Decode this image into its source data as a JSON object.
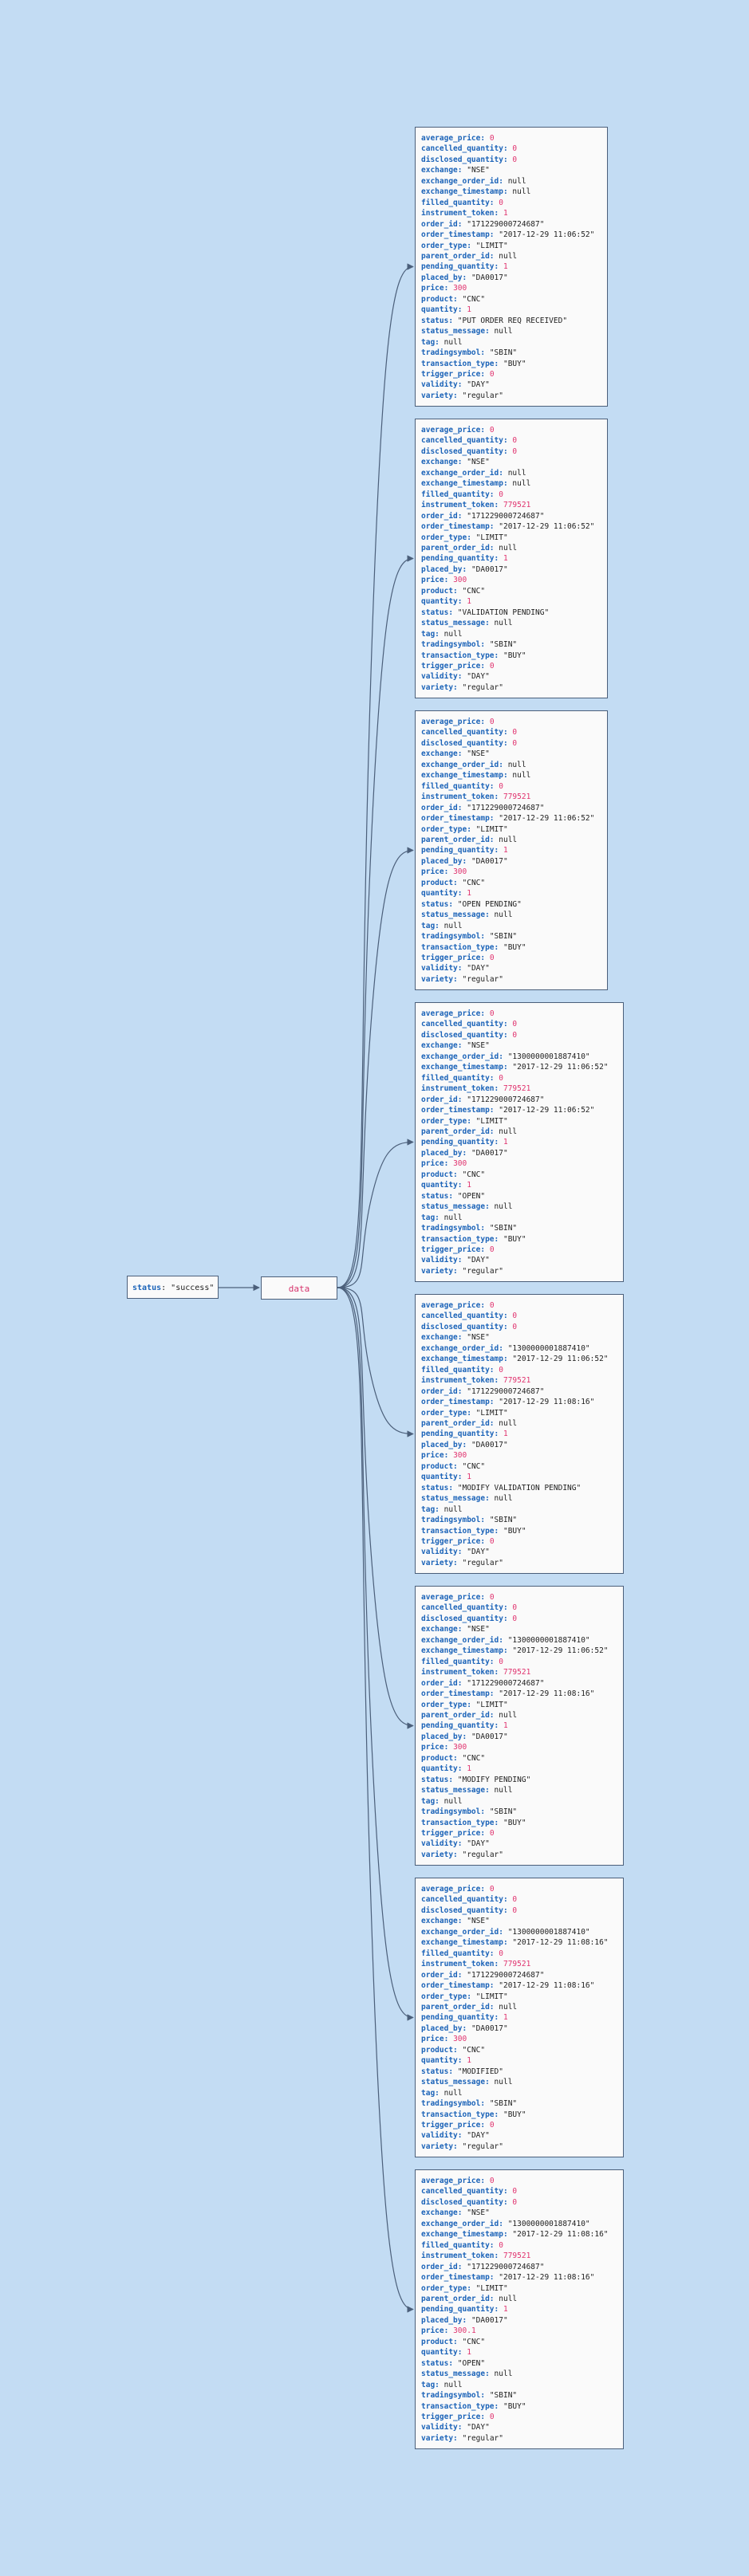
{
  "root": {
    "key": "status",
    "value": "\"success\""
  },
  "data_label": "data",
  "orders": [
    [
      {
        "k": "average_price",
        "v": "0",
        "t": "num"
      },
      {
        "k": "cancelled_quantity",
        "v": "0",
        "t": "num"
      },
      {
        "k": "disclosed_quantity",
        "v": "0",
        "t": "num"
      },
      {
        "k": "exchange",
        "v": "\"NSE\"",
        "t": "str"
      },
      {
        "k": "exchange_order_id",
        "v": "null",
        "t": "nul"
      },
      {
        "k": "exchange_timestamp",
        "v": "null",
        "t": "nul"
      },
      {
        "k": "filled_quantity",
        "v": "0",
        "t": "num"
      },
      {
        "k": "instrument_token",
        "v": "1",
        "t": "num"
      },
      {
        "k": "order_id",
        "v": "\"171229000724687\"",
        "t": "str"
      },
      {
        "k": "order_timestamp",
        "v": "\"2017-12-29 11:06:52\"",
        "t": "str"
      },
      {
        "k": "order_type",
        "v": "\"LIMIT\"",
        "t": "str"
      },
      {
        "k": "parent_order_id",
        "v": "null",
        "t": "nul"
      },
      {
        "k": "pending_quantity",
        "v": "1",
        "t": "num"
      },
      {
        "k": "placed_by",
        "v": "\"DA0017\"",
        "t": "str"
      },
      {
        "k": "price",
        "v": "300",
        "t": "num"
      },
      {
        "k": "product",
        "v": "\"CNC\"",
        "t": "str"
      },
      {
        "k": "quantity",
        "v": "1",
        "t": "num"
      },
      {
        "k": "status",
        "v": "\"PUT ORDER REQ RECEIVED\"",
        "t": "str"
      },
      {
        "k": "status_message",
        "v": "null",
        "t": "nul"
      },
      {
        "k": "tag",
        "v": "null",
        "t": "nul"
      },
      {
        "k": "tradingsymbol",
        "v": "\"SBIN\"",
        "t": "str"
      },
      {
        "k": "transaction_type",
        "v": "\"BUY\"",
        "t": "str"
      },
      {
        "k": "trigger_price",
        "v": "0",
        "t": "num"
      },
      {
        "k": "validity",
        "v": "\"DAY\"",
        "t": "str"
      },
      {
        "k": "variety",
        "v": "\"regular\"",
        "t": "str"
      }
    ],
    [
      {
        "k": "average_price",
        "v": "0",
        "t": "num"
      },
      {
        "k": "cancelled_quantity",
        "v": "0",
        "t": "num"
      },
      {
        "k": "disclosed_quantity",
        "v": "0",
        "t": "num"
      },
      {
        "k": "exchange",
        "v": "\"NSE\"",
        "t": "str"
      },
      {
        "k": "exchange_order_id",
        "v": "null",
        "t": "nul"
      },
      {
        "k": "exchange_timestamp",
        "v": "null",
        "t": "nul"
      },
      {
        "k": "filled_quantity",
        "v": "0",
        "t": "num"
      },
      {
        "k": "instrument_token",
        "v": "779521",
        "t": "num"
      },
      {
        "k": "order_id",
        "v": "\"171229000724687\"",
        "t": "str"
      },
      {
        "k": "order_timestamp",
        "v": "\"2017-12-29 11:06:52\"",
        "t": "str"
      },
      {
        "k": "order_type",
        "v": "\"LIMIT\"",
        "t": "str"
      },
      {
        "k": "parent_order_id",
        "v": "null",
        "t": "nul"
      },
      {
        "k": "pending_quantity",
        "v": "1",
        "t": "num"
      },
      {
        "k": "placed_by",
        "v": "\"DA0017\"",
        "t": "str"
      },
      {
        "k": "price",
        "v": "300",
        "t": "num"
      },
      {
        "k": "product",
        "v": "\"CNC\"",
        "t": "str"
      },
      {
        "k": "quantity",
        "v": "1",
        "t": "num"
      },
      {
        "k": "status",
        "v": "\"VALIDATION PENDING\"",
        "t": "str"
      },
      {
        "k": "status_message",
        "v": "null",
        "t": "nul"
      },
      {
        "k": "tag",
        "v": "null",
        "t": "nul"
      },
      {
        "k": "tradingsymbol",
        "v": "\"SBIN\"",
        "t": "str"
      },
      {
        "k": "transaction_type",
        "v": "\"BUY\"",
        "t": "str"
      },
      {
        "k": "trigger_price",
        "v": "0",
        "t": "num"
      },
      {
        "k": "validity",
        "v": "\"DAY\"",
        "t": "str"
      },
      {
        "k": "variety",
        "v": "\"regular\"",
        "t": "str"
      }
    ],
    [
      {
        "k": "average_price",
        "v": "0",
        "t": "num"
      },
      {
        "k": "cancelled_quantity",
        "v": "0",
        "t": "num"
      },
      {
        "k": "disclosed_quantity",
        "v": "0",
        "t": "num"
      },
      {
        "k": "exchange",
        "v": "\"NSE\"",
        "t": "str"
      },
      {
        "k": "exchange_order_id",
        "v": "null",
        "t": "nul"
      },
      {
        "k": "exchange_timestamp",
        "v": "null",
        "t": "nul"
      },
      {
        "k": "filled_quantity",
        "v": "0",
        "t": "num"
      },
      {
        "k": "instrument_token",
        "v": "779521",
        "t": "num"
      },
      {
        "k": "order_id",
        "v": "\"171229000724687\"",
        "t": "str"
      },
      {
        "k": "order_timestamp",
        "v": "\"2017-12-29 11:06:52\"",
        "t": "str"
      },
      {
        "k": "order_type",
        "v": "\"LIMIT\"",
        "t": "str"
      },
      {
        "k": "parent_order_id",
        "v": "null",
        "t": "nul"
      },
      {
        "k": "pending_quantity",
        "v": "1",
        "t": "num"
      },
      {
        "k": "placed_by",
        "v": "\"DA0017\"",
        "t": "str"
      },
      {
        "k": "price",
        "v": "300",
        "t": "num"
      },
      {
        "k": "product",
        "v": "\"CNC\"",
        "t": "str"
      },
      {
        "k": "quantity",
        "v": "1",
        "t": "num"
      },
      {
        "k": "status",
        "v": "\"OPEN PENDING\"",
        "t": "str"
      },
      {
        "k": "status_message",
        "v": "null",
        "t": "nul"
      },
      {
        "k": "tag",
        "v": "null",
        "t": "nul"
      },
      {
        "k": "tradingsymbol",
        "v": "\"SBIN\"",
        "t": "str"
      },
      {
        "k": "transaction_type",
        "v": "\"BUY\"",
        "t": "str"
      },
      {
        "k": "trigger_price",
        "v": "0",
        "t": "num"
      },
      {
        "k": "validity",
        "v": "\"DAY\"",
        "t": "str"
      },
      {
        "k": "variety",
        "v": "\"regular\"",
        "t": "str"
      }
    ],
    [
      {
        "k": "average_price",
        "v": "0",
        "t": "num"
      },
      {
        "k": "cancelled_quantity",
        "v": "0",
        "t": "num"
      },
      {
        "k": "disclosed_quantity",
        "v": "0",
        "t": "num"
      },
      {
        "k": "exchange",
        "v": "\"NSE\"",
        "t": "str"
      },
      {
        "k": "exchange_order_id",
        "v": "\"1300000001887410\"",
        "t": "str"
      },
      {
        "k": "exchange_timestamp",
        "v": "\"2017-12-29 11:06:52\"",
        "t": "str"
      },
      {
        "k": "filled_quantity",
        "v": "0",
        "t": "num"
      },
      {
        "k": "instrument_token",
        "v": "779521",
        "t": "num"
      },
      {
        "k": "order_id",
        "v": "\"171229000724687\"",
        "t": "str"
      },
      {
        "k": "order_timestamp",
        "v": "\"2017-12-29 11:06:52\"",
        "t": "str"
      },
      {
        "k": "order_type",
        "v": "\"LIMIT\"",
        "t": "str"
      },
      {
        "k": "parent_order_id",
        "v": "null",
        "t": "nul"
      },
      {
        "k": "pending_quantity",
        "v": "1",
        "t": "num"
      },
      {
        "k": "placed_by",
        "v": "\"DA0017\"",
        "t": "str"
      },
      {
        "k": "price",
        "v": "300",
        "t": "num"
      },
      {
        "k": "product",
        "v": "\"CNC\"",
        "t": "str"
      },
      {
        "k": "quantity",
        "v": "1",
        "t": "num"
      },
      {
        "k": "status",
        "v": "\"OPEN\"",
        "t": "str"
      },
      {
        "k": "status_message",
        "v": "null",
        "t": "nul"
      },
      {
        "k": "tag",
        "v": "null",
        "t": "nul"
      },
      {
        "k": "tradingsymbol",
        "v": "\"SBIN\"",
        "t": "str"
      },
      {
        "k": "transaction_type",
        "v": "\"BUY\"",
        "t": "str"
      },
      {
        "k": "trigger_price",
        "v": "0",
        "t": "num"
      },
      {
        "k": "validity",
        "v": "\"DAY\"",
        "t": "str"
      },
      {
        "k": "variety",
        "v": "\"regular\"",
        "t": "str"
      }
    ],
    [
      {
        "k": "average_price",
        "v": "0",
        "t": "num"
      },
      {
        "k": "cancelled_quantity",
        "v": "0",
        "t": "num"
      },
      {
        "k": "disclosed_quantity",
        "v": "0",
        "t": "num"
      },
      {
        "k": "exchange",
        "v": "\"NSE\"",
        "t": "str"
      },
      {
        "k": "exchange_order_id",
        "v": "\"1300000001887410\"",
        "t": "str"
      },
      {
        "k": "exchange_timestamp",
        "v": "\"2017-12-29 11:06:52\"",
        "t": "str"
      },
      {
        "k": "filled_quantity",
        "v": "0",
        "t": "num"
      },
      {
        "k": "instrument_token",
        "v": "779521",
        "t": "num"
      },
      {
        "k": "order_id",
        "v": "\"171229000724687\"",
        "t": "str"
      },
      {
        "k": "order_timestamp",
        "v": "\"2017-12-29 11:08:16\"",
        "t": "str"
      },
      {
        "k": "order_type",
        "v": "\"LIMIT\"",
        "t": "str"
      },
      {
        "k": "parent_order_id",
        "v": "null",
        "t": "nul"
      },
      {
        "k": "pending_quantity",
        "v": "1",
        "t": "num"
      },
      {
        "k": "placed_by",
        "v": "\"DA0017\"",
        "t": "str"
      },
      {
        "k": "price",
        "v": "300",
        "t": "num"
      },
      {
        "k": "product",
        "v": "\"CNC\"",
        "t": "str"
      },
      {
        "k": "quantity",
        "v": "1",
        "t": "num"
      },
      {
        "k": "status",
        "v": "\"MODIFY VALIDATION PENDING\"",
        "t": "str"
      },
      {
        "k": "status_message",
        "v": "null",
        "t": "nul"
      },
      {
        "k": "tag",
        "v": "null",
        "t": "nul"
      },
      {
        "k": "tradingsymbol",
        "v": "\"SBIN\"",
        "t": "str"
      },
      {
        "k": "transaction_type",
        "v": "\"BUY\"",
        "t": "str"
      },
      {
        "k": "trigger_price",
        "v": "0",
        "t": "num"
      },
      {
        "k": "validity",
        "v": "\"DAY\"",
        "t": "str"
      },
      {
        "k": "variety",
        "v": "\"regular\"",
        "t": "str"
      }
    ],
    [
      {
        "k": "average_price",
        "v": "0",
        "t": "num"
      },
      {
        "k": "cancelled_quantity",
        "v": "0",
        "t": "num"
      },
      {
        "k": "disclosed_quantity",
        "v": "0",
        "t": "num"
      },
      {
        "k": "exchange",
        "v": "\"NSE\"",
        "t": "str"
      },
      {
        "k": "exchange_order_id",
        "v": "\"1300000001887410\"",
        "t": "str"
      },
      {
        "k": "exchange_timestamp",
        "v": "\"2017-12-29 11:06:52\"",
        "t": "str"
      },
      {
        "k": "filled_quantity",
        "v": "0",
        "t": "num"
      },
      {
        "k": "instrument_token",
        "v": "779521",
        "t": "num"
      },
      {
        "k": "order_id",
        "v": "\"171229000724687\"",
        "t": "str"
      },
      {
        "k": "order_timestamp",
        "v": "\"2017-12-29 11:08:16\"",
        "t": "str"
      },
      {
        "k": "order_type",
        "v": "\"LIMIT\"",
        "t": "str"
      },
      {
        "k": "parent_order_id",
        "v": "null",
        "t": "nul"
      },
      {
        "k": "pending_quantity",
        "v": "1",
        "t": "num"
      },
      {
        "k": "placed_by",
        "v": "\"DA0017\"",
        "t": "str"
      },
      {
        "k": "price",
        "v": "300",
        "t": "num"
      },
      {
        "k": "product",
        "v": "\"CNC\"",
        "t": "str"
      },
      {
        "k": "quantity",
        "v": "1",
        "t": "num"
      },
      {
        "k": "status",
        "v": "\"MODIFY PENDING\"",
        "t": "str"
      },
      {
        "k": "status_message",
        "v": "null",
        "t": "nul"
      },
      {
        "k": "tag",
        "v": "null",
        "t": "nul"
      },
      {
        "k": "tradingsymbol",
        "v": "\"SBIN\"",
        "t": "str"
      },
      {
        "k": "transaction_type",
        "v": "\"BUY\"",
        "t": "str"
      },
      {
        "k": "trigger_price",
        "v": "0",
        "t": "num"
      },
      {
        "k": "validity",
        "v": "\"DAY\"",
        "t": "str"
      },
      {
        "k": "variety",
        "v": "\"regular\"",
        "t": "str"
      }
    ],
    [
      {
        "k": "average_price",
        "v": "0",
        "t": "num"
      },
      {
        "k": "cancelled_quantity",
        "v": "0",
        "t": "num"
      },
      {
        "k": "disclosed_quantity",
        "v": "0",
        "t": "num"
      },
      {
        "k": "exchange",
        "v": "\"NSE\"",
        "t": "str"
      },
      {
        "k": "exchange_order_id",
        "v": "\"1300000001887410\"",
        "t": "str"
      },
      {
        "k": "exchange_timestamp",
        "v": "\"2017-12-29 11:08:16\"",
        "t": "str"
      },
      {
        "k": "filled_quantity",
        "v": "0",
        "t": "num"
      },
      {
        "k": "instrument_token",
        "v": "779521",
        "t": "num"
      },
      {
        "k": "order_id",
        "v": "\"171229000724687\"",
        "t": "str"
      },
      {
        "k": "order_timestamp",
        "v": "\"2017-12-29 11:08:16\"",
        "t": "str"
      },
      {
        "k": "order_type",
        "v": "\"LIMIT\"",
        "t": "str"
      },
      {
        "k": "parent_order_id",
        "v": "null",
        "t": "nul"
      },
      {
        "k": "pending_quantity",
        "v": "1",
        "t": "num"
      },
      {
        "k": "placed_by",
        "v": "\"DA0017\"",
        "t": "str"
      },
      {
        "k": "price",
        "v": "300",
        "t": "num"
      },
      {
        "k": "product",
        "v": "\"CNC\"",
        "t": "str"
      },
      {
        "k": "quantity",
        "v": "1",
        "t": "num"
      },
      {
        "k": "status",
        "v": "\"MODIFIED\"",
        "t": "str"
      },
      {
        "k": "status_message",
        "v": "null",
        "t": "nul"
      },
      {
        "k": "tag",
        "v": "null",
        "t": "nul"
      },
      {
        "k": "tradingsymbol",
        "v": "\"SBIN\"",
        "t": "str"
      },
      {
        "k": "transaction_type",
        "v": "\"BUY\"",
        "t": "str"
      },
      {
        "k": "trigger_price",
        "v": "0",
        "t": "num"
      },
      {
        "k": "validity",
        "v": "\"DAY\"",
        "t": "str"
      },
      {
        "k": "variety",
        "v": "\"regular\"",
        "t": "str"
      }
    ],
    [
      {
        "k": "average_price",
        "v": "0",
        "t": "num"
      },
      {
        "k": "cancelled_quantity",
        "v": "0",
        "t": "num"
      },
      {
        "k": "disclosed_quantity",
        "v": "0",
        "t": "num"
      },
      {
        "k": "exchange",
        "v": "\"NSE\"",
        "t": "str"
      },
      {
        "k": "exchange_order_id",
        "v": "\"1300000001887410\"",
        "t": "str"
      },
      {
        "k": "exchange_timestamp",
        "v": "\"2017-12-29 11:08:16\"",
        "t": "str"
      },
      {
        "k": "filled_quantity",
        "v": "0",
        "t": "num"
      },
      {
        "k": "instrument_token",
        "v": "779521",
        "t": "num"
      },
      {
        "k": "order_id",
        "v": "\"171229000724687\"",
        "t": "str"
      },
      {
        "k": "order_timestamp",
        "v": "\"2017-12-29 11:08:16\"",
        "t": "str"
      },
      {
        "k": "order_type",
        "v": "\"LIMIT\"",
        "t": "str"
      },
      {
        "k": "parent_order_id",
        "v": "null",
        "t": "nul"
      },
      {
        "k": "pending_quantity",
        "v": "1",
        "t": "num"
      },
      {
        "k": "placed_by",
        "v": "\"DA0017\"",
        "t": "str"
      },
      {
        "k": "price",
        "v": "300.1",
        "t": "num"
      },
      {
        "k": "product",
        "v": "\"CNC\"",
        "t": "str"
      },
      {
        "k": "quantity",
        "v": "1",
        "t": "num"
      },
      {
        "k": "status",
        "v": "\"OPEN\"",
        "t": "str"
      },
      {
        "k": "status_message",
        "v": "null",
        "t": "nul"
      },
      {
        "k": "tag",
        "v": "null",
        "t": "nul"
      },
      {
        "k": "tradingsymbol",
        "v": "\"SBIN\"",
        "t": "str"
      },
      {
        "k": "transaction_type",
        "v": "\"BUY\"",
        "t": "str"
      },
      {
        "k": "trigger_price",
        "v": "0",
        "t": "num"
      },
      {
        "k": "validity",
        "v": "\"DAY\"",
        "t": "str"
      },
      {
        "k": "variety",
        "v": "\"regular\"",
        "t": "str"
      }
    ]
  ]
}
